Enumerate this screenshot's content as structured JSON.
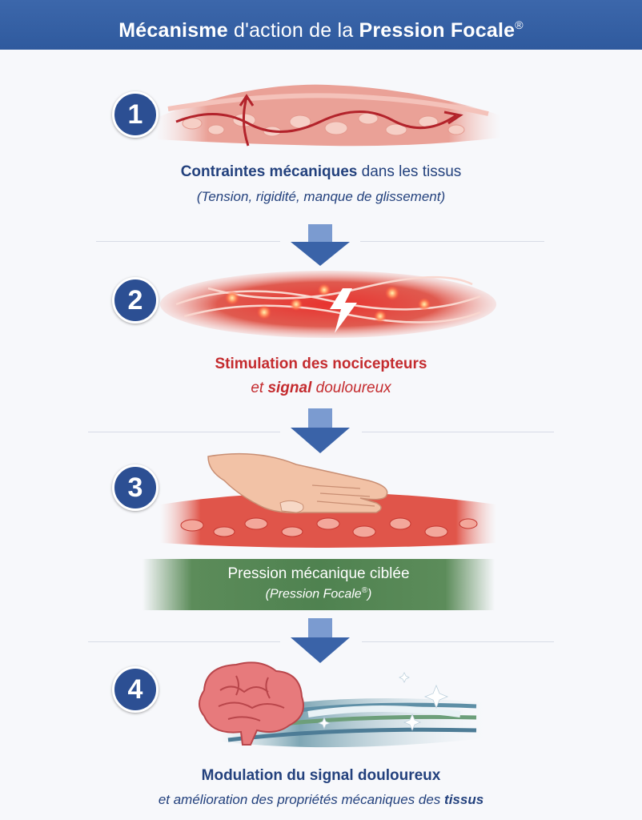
{
  "header": {
    "title_part1": "Mécanisme",
    "title_part2": " d'action de la ",
    "title_part3": "Pression Focale",
    "title_mark": "®"
  },
  "steps": [
    {
      "number": "1",
      "line1_bold": "Contraintes mécaniques",
      "line1_rest": " dans les tissus",
      "line2": "(Tension, rigidité, manque de glissement)"
    },
    {
      "number": "2",
      "line1": "Stimulation des nocicepteurs",
      "line2_a": "et ",
      "line2_b": "signal",
      "line2_c": " douloureux"
    },
    {
      "number": "3",
      "line1": "Pression mécanique ciblée",
      "line2_text": "(Pression Focale",
      "line2_mark": "®",
      "line2_close": ")"
    },
    {
      "number": "4",
      "line1": "Modulation du signal douloureux",
      "line2_a": "et amélioration des propriétés mécaniques des ",
      "line2_b": "tissus"
    }
  ],
  "colors": {
    "header_bg": "#2f5a9e",
    "badge": "#2c4f93",
    "text_blue": "#23417d",
    "text_red": "#c42b2e",
    "band_green": "#4f8250",
    "arrow_blue": "#3a63a8"
  }
}
